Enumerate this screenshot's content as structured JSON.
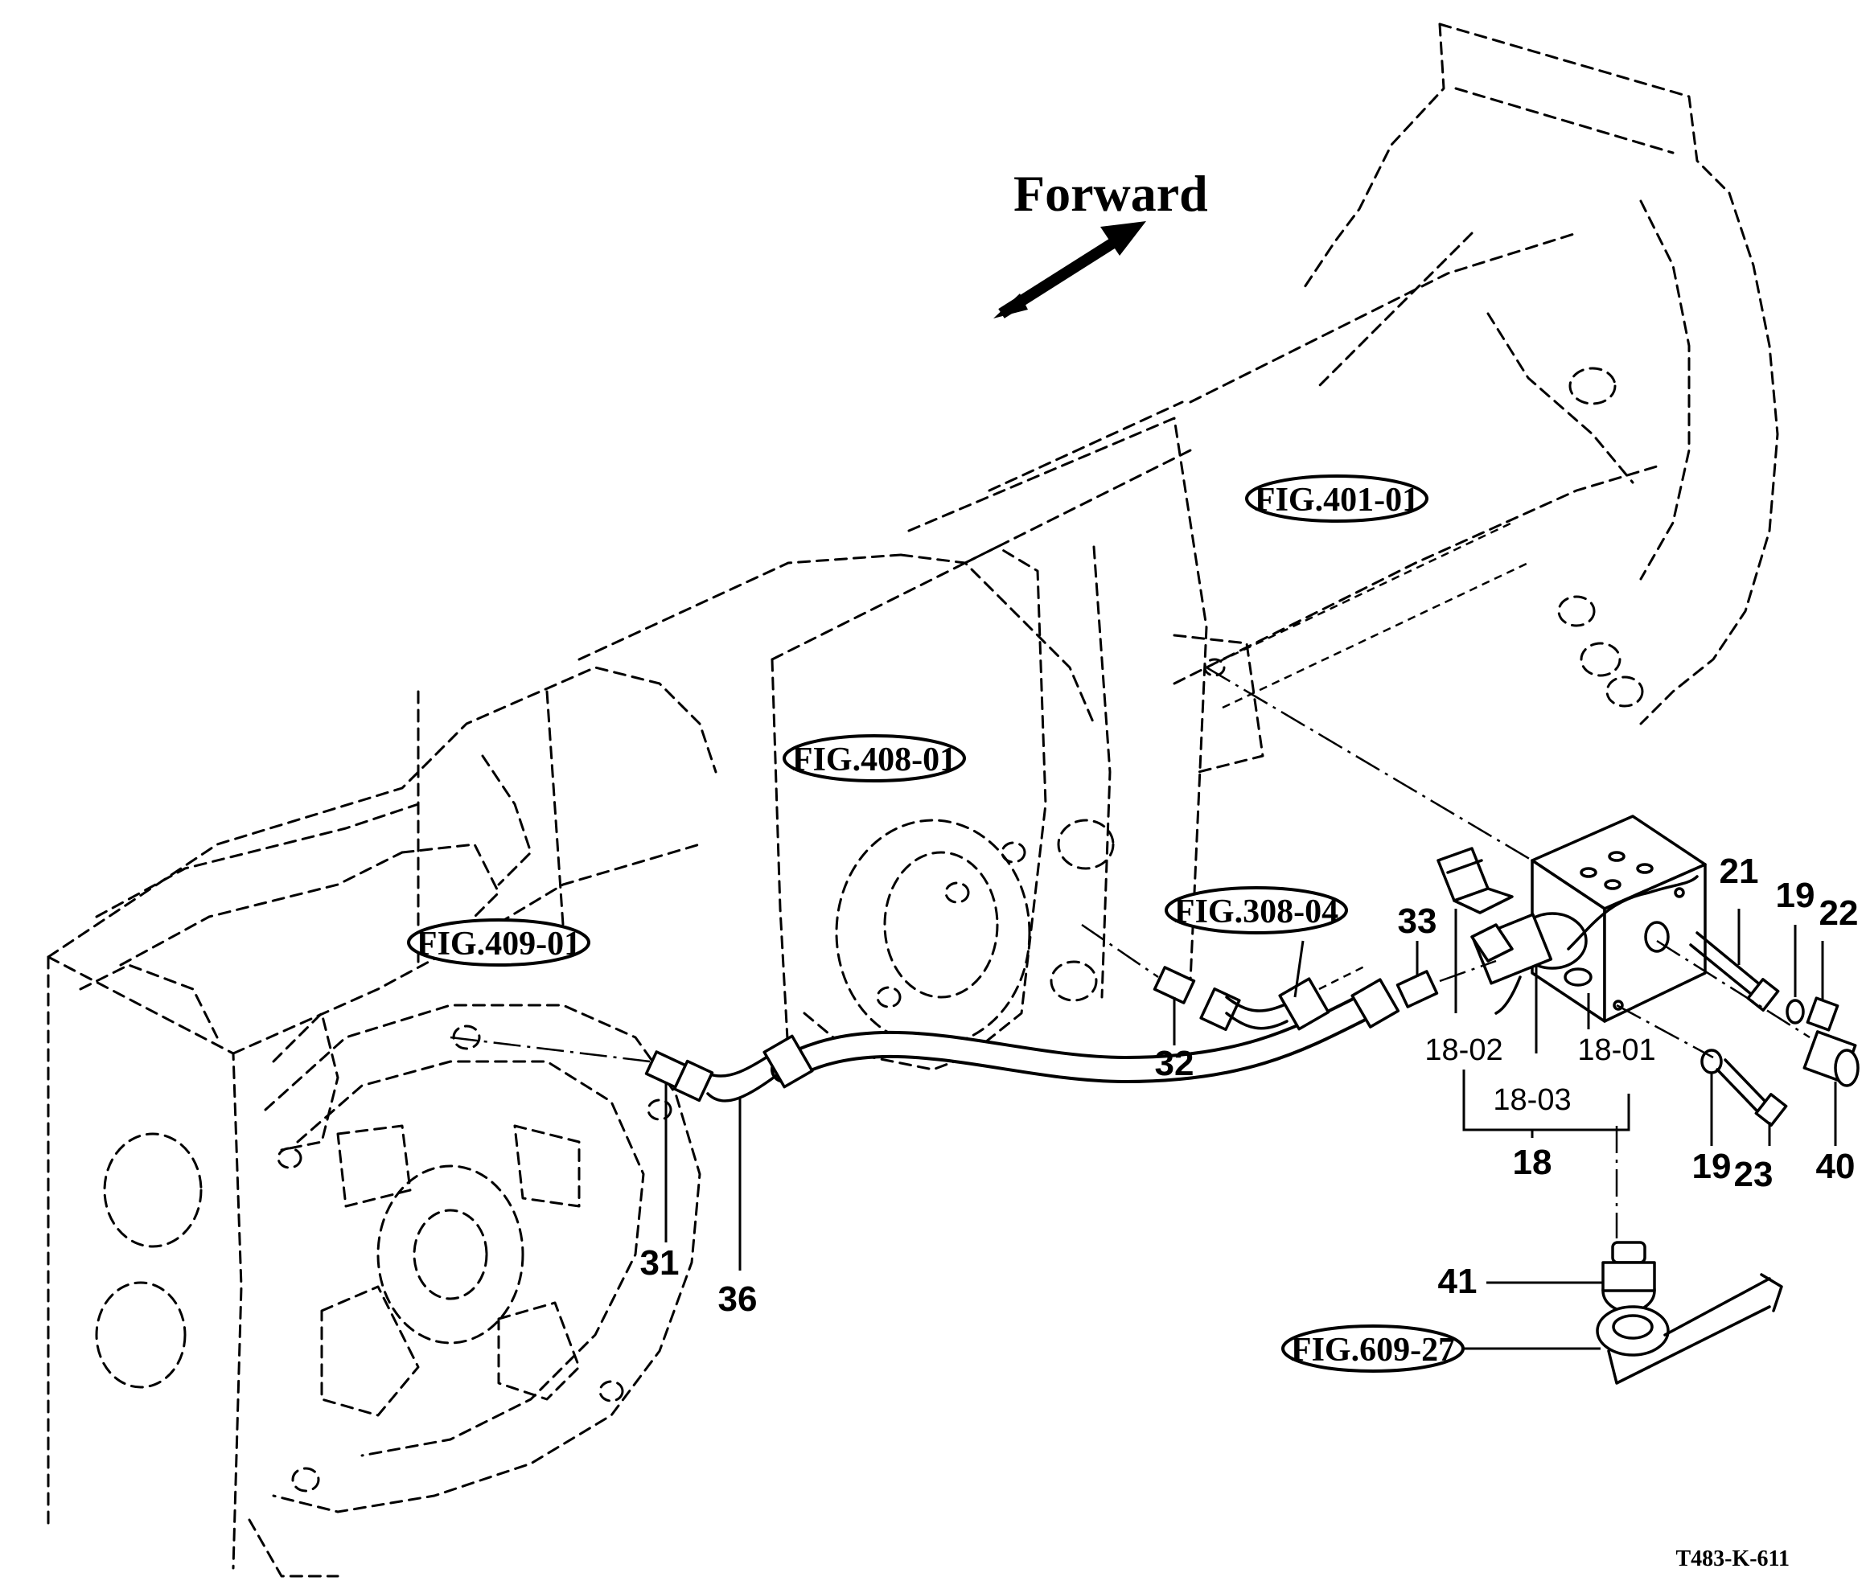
{
  "direction_label": "Forward",
  "figure_refs": {
    "fig_401": "FIG.401-01",
    "fig_408": "FIG.408-01",
    "fig_409": "FIG.409-01",
    "fig_308": "FIG.308-04",
    "fig_609": "FIG.609-27"
  },
  "part_numbers": {
    "p21": "21",
    "p19a": "19",
    "p22": "22",
    "p33": "33",
    "p32": "32",
    "p18_02": "18-02",
    "p18_01": "18-01",
    "p18_03": "18-03",
    "p18": "18",
    "p19b": "19",
    "p23": "23",
    "p40": "40",
    "p31": "31",
    "p36": "36",
    "p41": "41"
  },
  "drawing_code": "T483-K-611"
}
